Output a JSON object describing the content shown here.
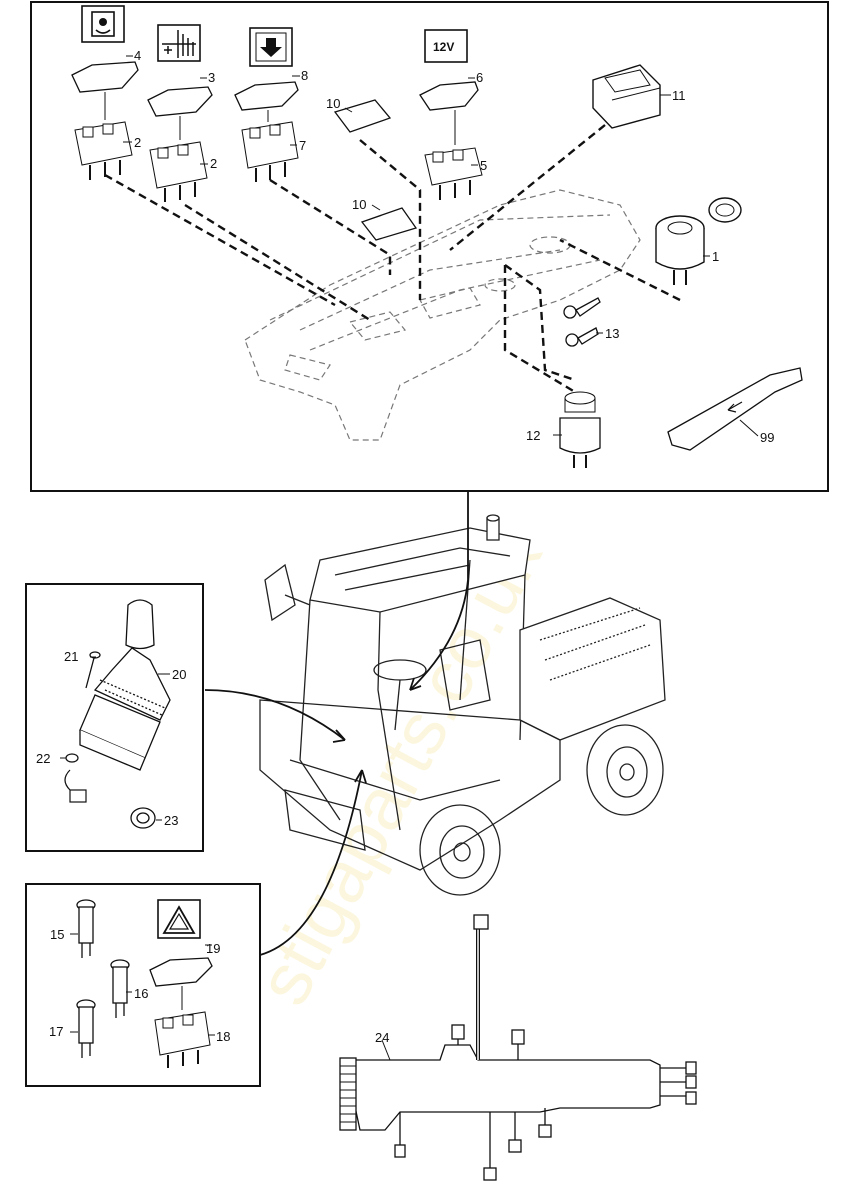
{
  "callouts": {
    "c1": "1",
    "c2a": "2",
    "c2b": "2",
    "c3": "3",
    "c4": "4",
    "c5": "5",
    "c6": "6",
    "c7": "7",
    "c8": "8",
    "c10a": "10",
    "c10b": "10",
    "c11": "11",
    "c12": "12",
    "c13": "13",
    "c99": "99",
    "c15": "15",
    "c16": "16",
    "c17": "17",
    "c18": "18",
    "c19": "19",
    "c20": "20",
    "c21": "21",
    "c22": "22",
    "c23": "23",
    "c24": "24"
  },
  "icons": {
    "voltage_label": "12V"
  },
  "watermark": "stigaparts.co.uk"
}
